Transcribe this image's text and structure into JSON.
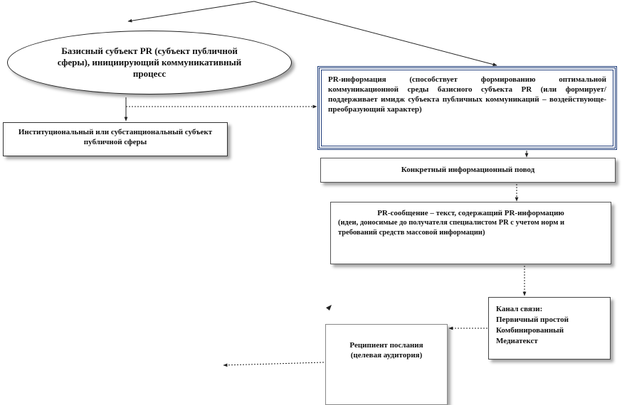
{
  "nodes": {
    "basis_subject": "Базисный субъект PR (субъект публичной сферы), инициирующий коммуникативный процесс",
    "institutional_subject": "Институциональный или субстанциональный субъект публичной сферы",
    "pr_information": "PR-информация (способствует формированию оптимальной коммуникационной среды базисного субъекта PR (или формирует/ поддерживает имидж субъекта публичных коммуникаций – воздействующе-преобразующий характер)",
    "info_occasion": "Конкретный информационный повод",
    "pr_message": {
      "title": "PR-сообщение – текст, содержащий PR-информацию",
      "subtitle": "(идеи, доносимые до получателя специалистом PR с учетом норм и требований средств массовой информации)"
    },
    "channel": {
      "title": "Канал связи:",
      "items": [
        "Первичный простой",
        "Комбинированный",
        "Медиатекст"
      ]
    },
    "recipient": {
      "title": "Реципиент послания",
      "subtitle": "(целевая аудитория)"
    }
  },
  "colors": {
    "line": "#222222",
    "accent_border": "#1f3d7a"
  }
}
